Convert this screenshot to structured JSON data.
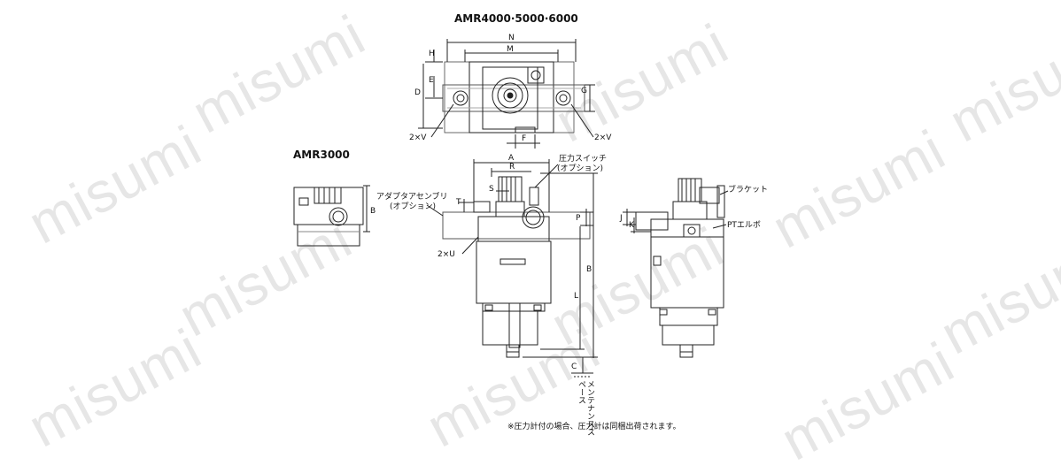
{
  "watermark": "misumi",
  "titles": {
    "amr4000": "AMR4000·5000·6000",
    "amr3000": "AMR3000"
  },
  "dims_top": {
    "N": "N",
    "M": "M",
    "H": "H",
    "E": "E",
    "D": "D",
    "G": "G",
    "F": "F",
    "two_v_left": "2×V",
    "two_v_right": "2×V"
  },
  "dims_front": {
    "A": "A",
    "R": "R",
    "S": "S",
    "T": "T",
    "P": "P",
    "B": "B",
    "L": "L",
    "C": "C",
    "two_u": "2×U"
  },
  "dims_side": {
    "J": "J",
    "K": "K"
  },
  "dims_amr3000": {
    "B": "B"
  },
  "callouts": {
    "pressure_switch": "圧力スイッチ",
    "pressure_switch_option": "(オプション)",
    "adapter_assembly": "アダプタアセンブリ",
    "adapter_option": "(オプション)",
    "bracket": "ブラケット",
    "pt_elbow": "PTエルボ",
    "maintenance_space": "メンテナンススペース"
  },
  "footnote": "※圧力計付の場合、圧力計は同梱出荷されます。"
}
